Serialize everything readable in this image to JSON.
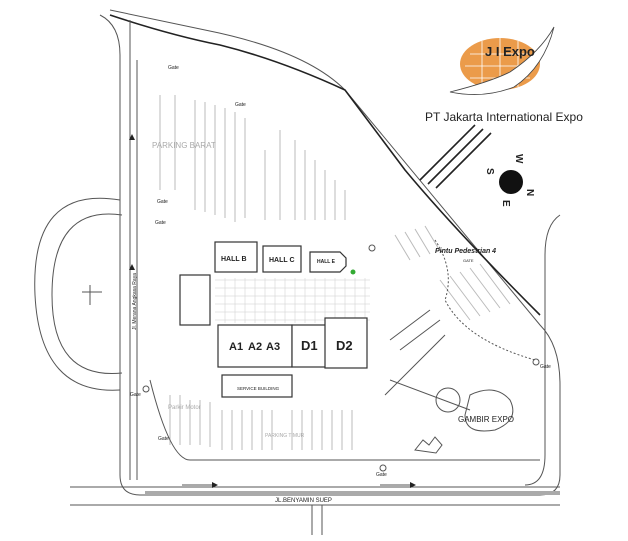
{
  "logo": {
    "brand": "J I Expo",
    "company": "PT Jakarta International Expo",
    "accent": "#e8892a"
  },
  "compass": {
    "w": "W",
    "n": "N",
    "e": "E",
    "s": "S"
  },
  "areas": {
    "parking_barat": "PARKING BARAT",
    "parking_timur": "PARKING TIMUR",
    "parkir_motor": "Parkir Motor",
    "gambir_expo": "GAMBIR EXPO",
    "service_building": "SERVICE BUILDING"
  },
  "halls": {
    "b": "HALL B",
    "c": "HALL C",
    "e": "HALL E",
    "a1": "A1",
    "a2": "A2",
    "a3": "A3",
    "d1": "D1",
    "d2": "D2"
  },
  "roads": {
    "benyamin": "JL.BENYAMIN SUEP",
    "angkasa": "Jl. Merana Angkasa Raya"
  },
  "gates": {
    "pintu4": "Pintu Pedestrian 4",
    "gate_caps": "GATE",
    "gate": "Gate"
  }
}
